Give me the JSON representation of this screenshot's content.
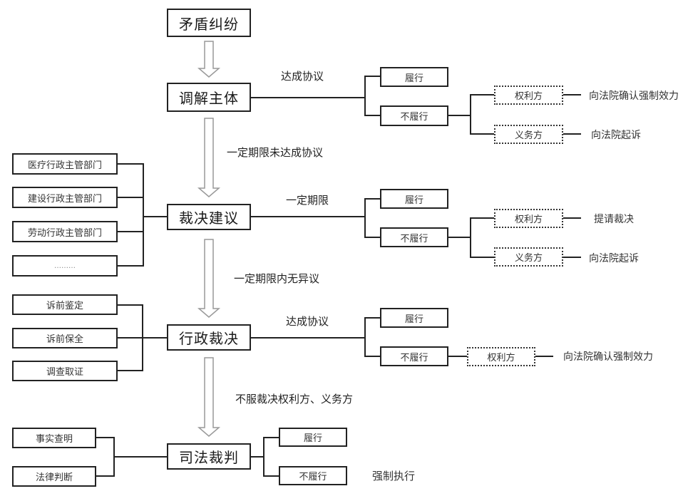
{
  "diagram": {
    "start": "矛盾纠纷",
    "stages": [
      {
        "id": "mediation",
        "title": "调解主体",
        "branch_label": "达成协议",
        "perform": "履行",
        "not_perform": "不履行",
        "parties": [
          {
            "name": "权利方",
            "outcome": "向法院确认强制效力"
          },
          {
            "name": "义务方",
            "outcome": "向法院起诉"
          }
        ]
      },
      {
        "id": "ruling-suggestion",
        "title": "裁决建议",
        "branch_label": "一定期限",
        "inputs": [
          "医疗行政主管部门",
          "建设行政主管部门",
          "劳动行政主管部门",
          "………"
        ],
        "perform": "履行",
        "not_perform": "不履行",
        "parties": [
          {
            "name": "权利方",
            "outcome": "提请裁决"
          },
          {
            "name": "义务方",
            "outcome": "向法院起诉"
          }
        ]
      },
      {
        "id": "admin-ruling",
        "title": "行政裁决",
        "branch_label": "达成协议",
        "inputs": [
          "诉前鉴定",
          "诉前保全",
          "调查取证"
        ],
        "perform": "履行",
        "not_perform": "不履行",
        "parties": [
          {
            "name": "权利方",
            "outcome": "向法院确认强制效力"
          }
        ]
      },
      {
        "id": "judicial",
        "title": "司法裁判",
        "inputs": [
          "事实查明",
          "法律判断"
        ],
        "perform": "履行",
        "not_perform": "不履行",
        "not_perform_outcome": "强制执行"
      }
    ],
    "transitions": [
      "",
      "一定期限未达成协议",
      "一定期限内无异议",
      "不服裁决权利方、义务方"
    ]
  }
}
